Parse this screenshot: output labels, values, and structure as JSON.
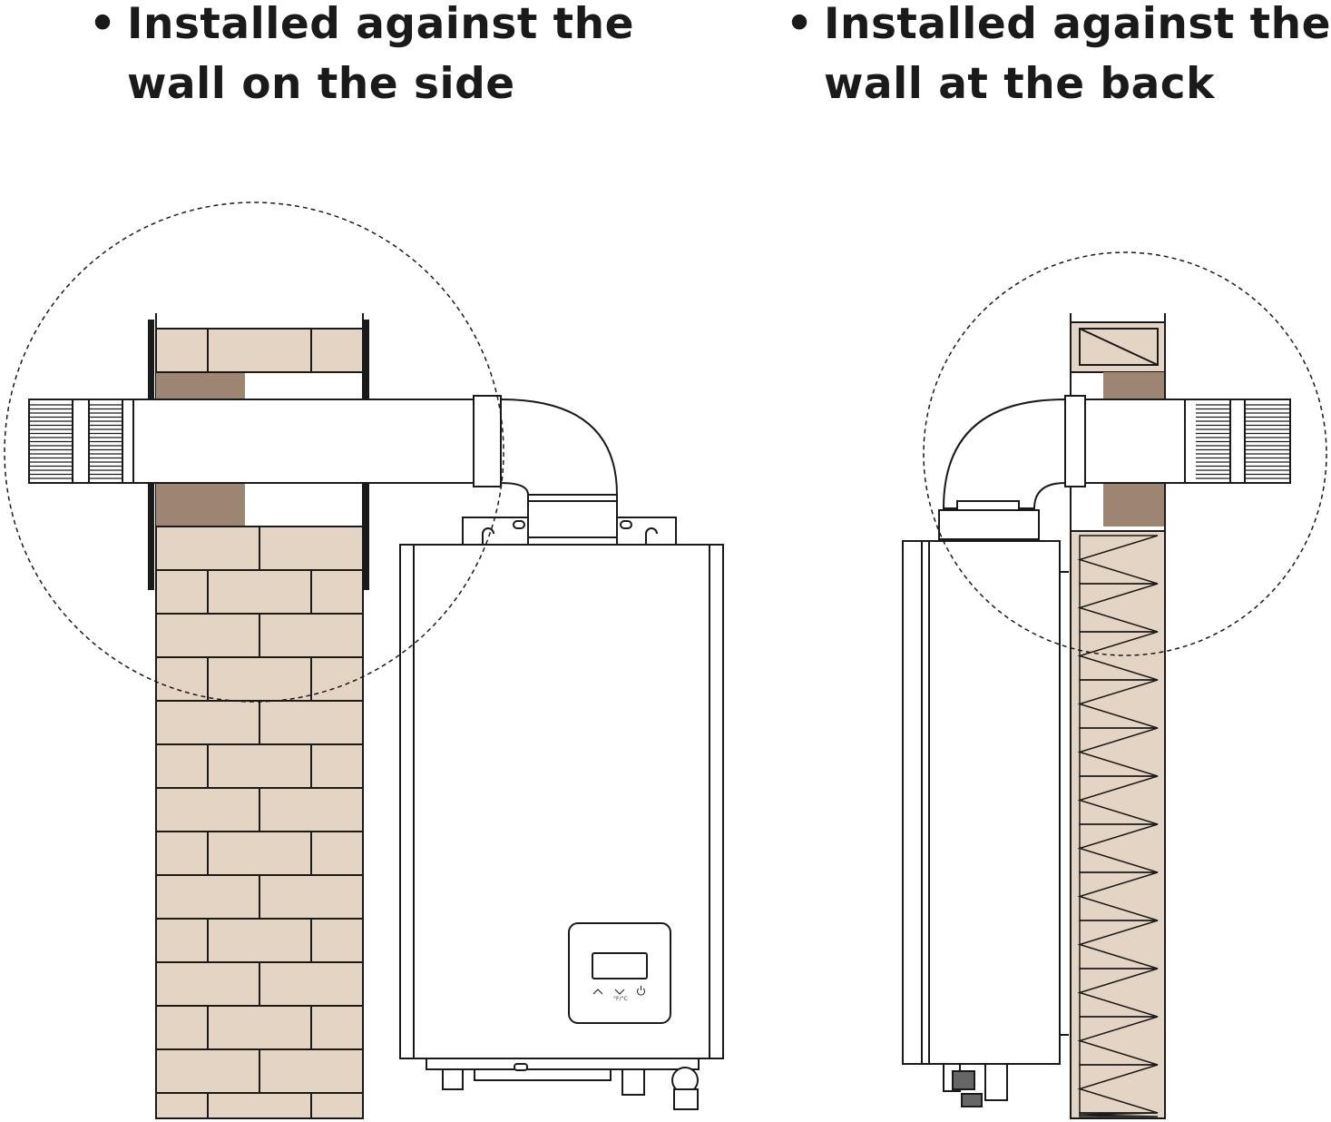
{
  "captions": [
    {
      "bullet": "•",
      "line1": "Installed against the",
      "line2": "wall on the side"
    },
    {
      "bullet": "•",
      "line1": "Installed against the",
      "line2": "wall at the back"
    }
  ],
  "control_panel": {
    "unit_toggle_label": "°F/°C",
    "icons": [
      "up-arrow-icon",
      "down-arrow-icon",
      "power-icon"
    ]
  },
  "colors": {
    "brick": "#e3d4c3",
    "brick_dark": "#9c8672",
    "line": "#1a1a1a"
  }
}
